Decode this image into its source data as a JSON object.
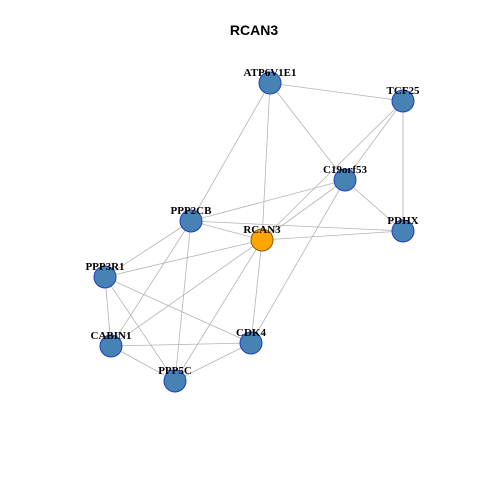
{
  "title": "RCAN3",
  "colors": {
    "center_fill": "#FFA500",
    "center_stroke": "#8B5A00",
    "node_fill": "#4682B4",
    "node_stroke": "#1F3FBF",
    "edge": "#B3B3B3"
  },
  "nodes": [
    {
      "id": "ATP6V1E1",
      "label": "ATP6V1E1",
      "center": false
    },
    {
      "id": "TCF25",
      "label": "TCF25",
      "center": false
    },
    {
      "id": "C19orf53",
      "label": "C19orf53",
      "center": false
    },
    {
      "id": "PPP2CB",
      "label": "PPP2CB",
      "center": false
    },
    {
      "id": "RCAN3",
      "label": "RCAN3",
      "center": true
    },
    {
      "id": "PDHX",
      "label": "PDHX",
      "center": false
    },
    {
      "id": "PPP3R1",
      "label": "PPP3R1",
      "center": false
    },
    {
      "id": "CABIN1",
      "label": "CABIN1",
      "center": false
    },
    {
      "id": "CDK4",
      "label": "CDK4",
      "center": false
    },
    {
      "id": "PPP5C",
      "label": "PPP5C",
      "center": false
    }
  ],
  "edges": [
    [
      "ATP6V1E1",
      "TCF25"
    ],
    [
      "ATP6V1E1",
      "C19orf53"
    ],
    [
      "ATP6V1E1",
      "PPP2CB"
    ],
    [
      "ATP6V1E1",
      "RCAN3"
    ],
    [
      "TCF25",
      "C19orf53"
    ],
    [
      "TCF25",
      "PDHX"
    ],
    [
      "TCF25",
      "RCAN3"
    ],
    [
      "C19orf53",
      "RCAN3"
    ],
    [
      "C19orf53",
      "PDHX"
    ],
    [
      "C19orf53",
      "PPP2CB"
    ],
    [
      "C19orf53",
      "CDK4"
    ],
    [
      "PPP2CB",
      "RCAN3"
    ],
    [
      "PPP2CB",
      "PDHX"
    ],
    [
      "PPP2CB",
      "PPP3R1"
    ],
    [
      "PPP2CB",
      "CABIN1"
    ],
    [
      "PPP2CB",
      "PPP5C"
    ],
    [
      "RCAN3",
      "PDHX"
    ],
    [
      "RCAN3",
      "PPP3R1"
    ],
    [
      "RCAN3",
      "CABIN1"
    ],
    [
      "RCAN3",
      "CDK4"
    ],
    [
      "RCAN3",
      "PPP5C"
    ],
    [
      "PPP3R1",
      "CABIN1"
    ],
    [
      "PPP3R1",
      "PPP5C"
    ],
    [
      "PPP3R1",
      "CDK4"
    ],
    [
      "CABIN1",
      "CDK4"
    ],
    [
      "CABIN1",
      "PPP5C"
    ],
    [
      "CDK4",
      "PPP5C"
    ]
  ]
}
